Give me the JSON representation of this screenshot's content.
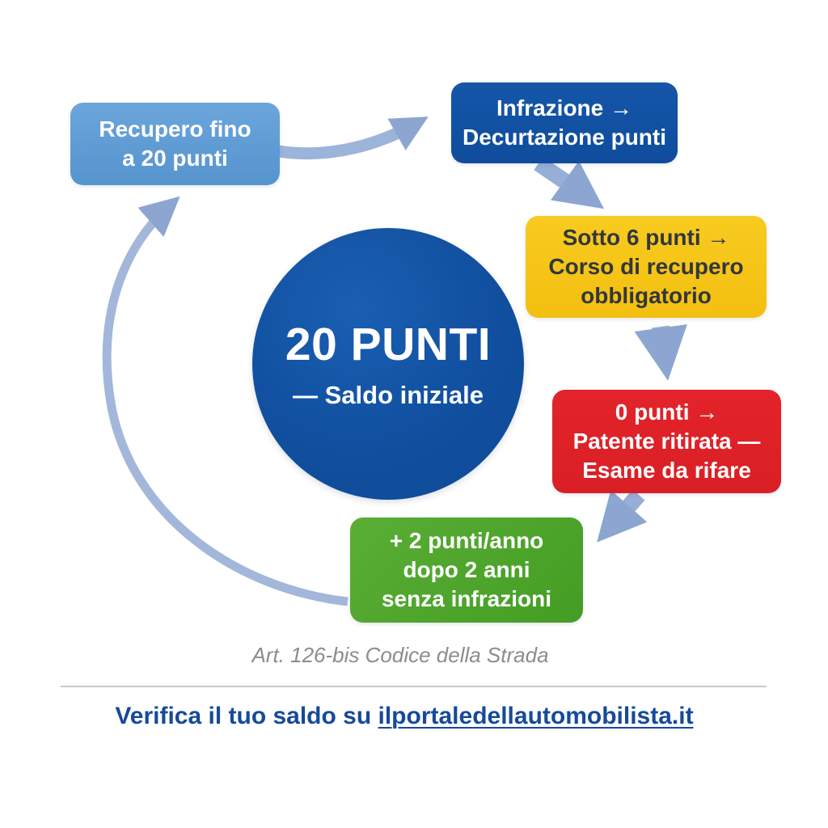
{
  "center": {
    "title": "20 PUNTI",
    "subtitle": "— Saldo iniziale",
    "bg_color": "#114F9F",
    "text_color": "#FFFFFF"
  },
  "boxes": {
    "recupero": {
      "lines": [
        "Recupero fino",
        "a 20 punti"
      ],
      "bg_color": "#5E9CD3",
      "text_color": "#FFFFFF"
    },
    "infrazione": {
      "lines": [
        "Infrazione →",
        "Decurtazione punti"
      ],
      "bg_color": "#1152A4",
      "text_color": "#FFFFFF"
    },
    "sotto6": {
      "lines": [
        "Sotto 6 punti →",
        "Corso di recupero",
        "obbligatorio"
      ],
      "bg_color": "#F6C617",
      "text_color": "#31373B"
    },
    "zero": {
      "lines": [
        "0 punti →",
        "Patente ritirata —",
        "Esame da rifare"
      ],
      "bg_color": "#DF2127",
      "text_color": "#FFFFFF"
    },
    "bonus": {
      "lines": [
        "+ 2 punti/anno",
        "dopo 2 anni",
        "senza infrazioni"
      ],
      "bg_color": "#4CA62B",
      "text_color": "#FFFFFF"
    }
  },
  "caption": "Art. 126-bis Codice della Strada",
  "footer": {
    "text_prefix": "Verifica il tuo saldo su ",
    "link": "ilportaledellautomobilista.it",
    "text_color": "#164A9A"
  },
  "colors": {
    "arrow": "#97AED7",
    "arrow_head": "#8CA6D1",
    "arc": "#A3B7DB",
    "divider": "#C9C9CE",
    "caption_text": "#8C8C8E",
    "background": "#FFFFFF"
  }
}
